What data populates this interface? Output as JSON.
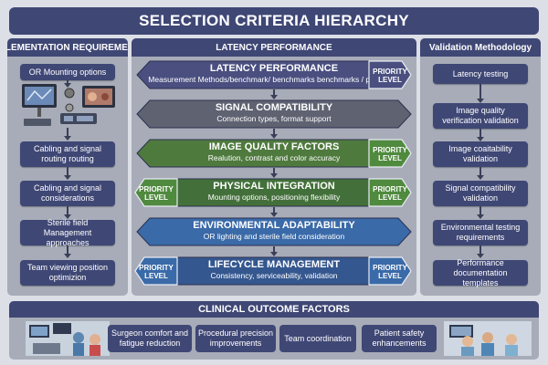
{
  "title": "SELECTION CRITERIA HIERARCHY",
  "left": {
    "header": "IMPLEMENTATION REQUIREMENTS",
    "items": [
      "OR Mounting options",
      "Cabling and signal routing routing",
      "Cabling and signal considerations",
      "Sterile field Management approaches",
      "Team viewing position optimizion"
    ]
  },
  "middle": {
    "header": "LATENCY PERFORMANCE",
    "tiers": [
      {
        "title": "LATENCY PERFORMANCE",
        "desc": "Measurement Methods/benchmark/ benchmarks benchmarks / prerworks",
        "color": "#4a4f80",
        "badge_left": "",
        "badge_right": "PRIORITY LEVEL"
      },
      {
        "title": "SIGNAL COMPATIBILITY",
        "desc": "Connection types, format support",
        "color": "#5e6271",
        "badge_left": "",
        "badge_right": ""
      },
      {
        "title": "IMAGE QUALITY FACTORS",
        "desc": "Realution, contrast and color accuracy",
        "color": "#4f7a3e",
        "badge_left": "",
        "badge_right": "PRIORITY LEVEL"
      },
      {
        "title": "PHYSICAL INTEGRATION",
        "desc": "Mounting options, positioning flexibility",
        "color": "#43703a",
        "badge_left": "PRIORITY LEVEL",
        "badge_right": "PRIORITY LEVEL"
      },
      {
        "title": "ENVIRONMENTAL ADAPTABILITY",
        "desc": "OR lighting and sterile field consideration",
        "color": "#3a6aa8",
        "badge_left": "",
        "badge_right": ""
      },
      {
        "title": "LIFECYCLE MANAGEMENT",
        "desc": "Consistency, serviceability, validation",
        "color": "#35578f",
        "badge_left": "PRIORITY LEVEL",
        "badge_right": "PRIORITY LEVEL"
      }
    ],
    "badge_colors": {
      "#4a4f80": "#4a4f80",
      "#4f7a3e": "#4f8a3e",
      "#43703a": "#4f8a3e",
      "#35578f": "#3a6aa8"
    }
  },
  "right": {
    "header": "Validation Methodology",
    "items": [
      "Latency testing",
      "Image quality verification validation",
      "Image coaitability validation",
      "Signal compatibility validation",
      "Environmental testing requirements",
      "Performance documentation templates"
    ]
  },
  "bottom": {
    "header": "CLINICAL OUTCOME FACTORS",
    "factors": [
      "Surgeon comfort and fatigue reduction",
      "Procedural precision improvements",
      "Team coordination",
      "Patient safety enhancements"
    ]
  }
}
